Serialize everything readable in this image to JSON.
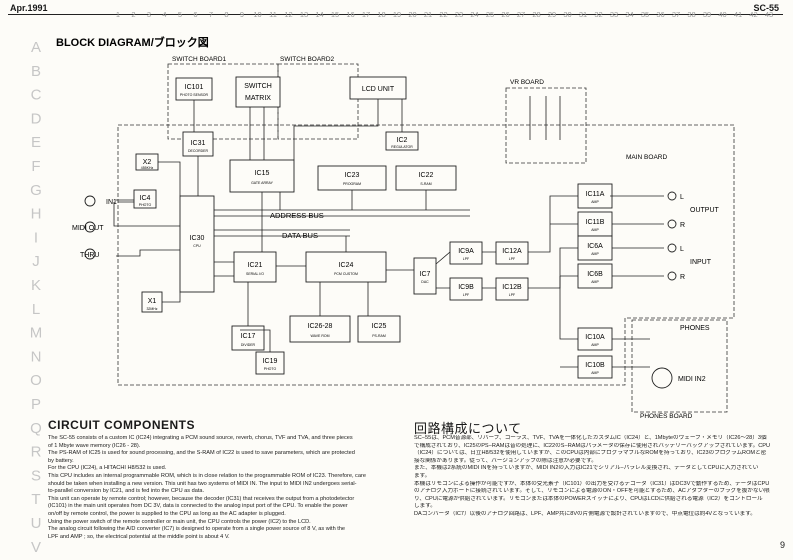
{
  "header": {
    "date": "Apr.1991",
    "model": "SC-55",
    "column_numbers": [
      "1",
      "2",
      "3",
      "4",
      "5",
      "6",
      "7",
      "8",
      "9",
      "10",
      "11",
      "12",
      "13",
      "14",
      "15",
      "16",
      "17",
      "18",
      "19",
      "20",
      "21",
      "22",
      "23",
      "24",
      "25",
      "26",
      "27",
      "28",
      "29",
      "30",
      "31",
      "32",
      "33",
      "34",
      "35",
      "36",
      "37",
      "38",
      "39",
      "40",
      "41",
      "42",
      "43"
    ],
    "row_letters": [
      "A",
      "B",
      "C",
      "D",
      "E",
      "F",
      "G",
      "H",
      "I",
      "J",
      "K",
      "L",
      "M",
      "N",
      "O",
      "P",
      "Q",
      "R",
      "S",
      "T",
      "U",
      "V"
    ]
  },
  "diagram": {
    "title": "BLOCK DIAGRAM/ブロック図",
    "board_labels": {
      "switch_board1": "SWITCH BOARD1",
      "switch_board2": "SWITCH BOARD2",
      "vr_board": "VR BOARD",
      "main_board": "MAIN BOARD",
      "phones_board": "PHONES BOARD"
    },
    "blocks": {
      "ic101": {
        "name": "IC101",
        "sub": "PHOTO SENSOR"
      },
      "switch_matrix": {
        "line1": "SWITCH",
        "line2": "MATRIX"
      },
      "lcd_unit": {
        "name": "LCD UNIT"
      },
      "ic2": {
        "name": "IC2",
        "sub": "REGULATOR"
      },
      "ic31": {
        "name": "IC31",
        "sub": "DECORDER"
      },
      "x2": {
        "name": "X2",
        "sub": "455KHz"
      },
      "ic15": {
        "name": "IC15",
        "sub": "GATE ARRAY"
      },
      "ic23": {
        "name": "IC23",
        "sub": "PROGRAM"
      },
      "ic22": {
        "name": "IC22",
        "sub": "S-RAM"
      },
      "ic4": {
        "name": "IC4",
        "sub": "PHOTO"
      },
      "ic30": {
        "name": "IC30",
        "sub": "CPU"
      },
      "ic21": {
        "name": "IC21",
        "sub": "SERIAL I/O"
      },
      "ic24": {
        "name": "IC24",
        "sub": "PCM CUSTOM"
      },
      "ic7": {
        "name": "IC7",
        "sub": "DAC"
      },
      "ic9a": {
        "name": "IC9A",
        "sub": "LPF"
      },
      "ic9b": {
        "name": "IC9B",
        "sub": "LPF"
      },
      "ic12a": {
        "name": "IC12A",
        "sub": "LPF"
      },
      "ic12b": {
        "name": "IC12B",
        "sub": "LPF"
      },
      "ic11a": {
        "name": "IC11A",
        "sub": "AMP"
      },
      "ic11b": {
        "name": "IC11B",
        "sub": "AMP"
      },
      "ic6a": {
        "name": "IC6A",
        "sub": "AMP"
      },
      "ic6b": {
        "name": "IC6B",
        "sub": "AMP"
      },
      "ic10a": {
        "name": "IC10A",
        "sub": "AMP"
      },
      "ic10b": {
        "name": "IC10B",
        "sub": "AMP"
      },
      "x1": {
        "name": "X1",
        "sub": "32MHz"
      },
      "ic17": {
        "name": "IC17",
        "sub": "DIVIDER"
      },
      "ic26_28": {
        "name": "IC26-28",
        "sub": "WAVE ROM"
      },
      "ic25": {
        "name": "IC25",
        "sub": "PS-RAM"
      },
      "ic19": {
        "name": "IC19",
        "sub": "PHOTO"
      }
    },
    "buses": {
      "address": "ADDRESS BUS",
      "data": "DATA BUS"
    },
    "io": {
      "in1": "IN1",
      "midi_out": "MIDI OUT",
      "thru": "THRU",
      "output": "OUTPUT",
      "input": "INPUT",
      "phones": "PHONES",
      "midi_in2": "MIDI IN2",
      "l": "L",
      "r": "R"
    }
  },
  "circuit_components": {
    "title": "CIRCUIT COMPONENTS",
    "lines": [
      "The SC-55 consists of a custom IC (IC24) integrating a PCM sound source, reverb, chorus, TVF and TVA, and three pieces",
      "of 1 Mbyte wave memory (IC26 - 28).",
      "The PS-RAM of IC25 is used for sound processing, and the S-RAM of IC22 is used to save parameters, which are protected",
      "by battery.",
      "For the CPU (IC24), a HITACHI H8/532 is used.",
      "This CPU includes an internal programmable ROM, which is in close relation to the programmable ROM of IC23. Therefore, care",
      "should be taken when installing a new version. This unit has two systems of MIDI IN. The input to MIDI IN2 undergoes serial-",
      "to-parallel conversion by IC21, and is fed into the CPU as data.",
      "This unit can operate by remote control; however, because the decoder (IC31) that receives the output from a photodetector",
      "(IC101) in the main unit operates from DC 3V, data is connected to the analog input port of the CPU. To enable the power",
      "on/off by remote control, the power is supplied to the CPU as long as the AC adapter is plugged.",
      "Using the power switch of the remote controller or main unit, the CPU controls the power (IC2) to the LCD.",
      "The analog circuit following the A/D converter (IC7) is designed to operate from a single power source of 8 V, as with the",
      "LPF and AMP ; so, the electrical potential at the middle point is about 4 V."
    ]
  },
  "japanese_section": {
    "title": "回路構成について",
    "lines": [
      "SC−55は、PCM音源部、リバーブ、コーラス、TVF、TVAを一体化したカスタムIC（IC24）と、1Mbyteのウェーブ・メモリ（IC26〜28）3個",
      "で構成されており、IC25のPS−RAMは音の処理に、IC22のS−RAMはパラメータの保存に使用されバッテリーバックアップされています。CPU",
      "（IC24）については、日立H8/532を使用していますが、このCPUは内部にプログラマブルなROMを持っており、IC23のプログラムROMと密",
      "接な関係があります。従って、バージョンアップの際は注意が必要です。",
      "また、本機は2系統のMIDI INを持っていますが、MIDI IN2の入力はIC21でシリアル−パラレル変換され、データとしてCPUに入力されてい",
      "ます。",
      "本機はリモコンによる操作が可能ですが、本体の受光素子（IC101）の出力を受けるデコーダ（IC31）はDC3Vで動作するため、データはCPU",
      "のアナログ入力ポートに接続されています。そして、リモコンによる電源のON・OFFを可能とするため、ACアダプターのプラグを抜かない限",
      "り、CPUに電源が供給されています。リモコンまたは本体のPOWERスイッチにより、CPUはLCDに供給される電源（IC2）をコントロール",
      "します。",
      "DAコンバータ（IC7）以後のアナログ回路は、LPF、AMP共に8Vの片側電源で設計されていますので、中点電位は約4Vとなっています。"
    ]
  },
  "page_number": "9"
}
